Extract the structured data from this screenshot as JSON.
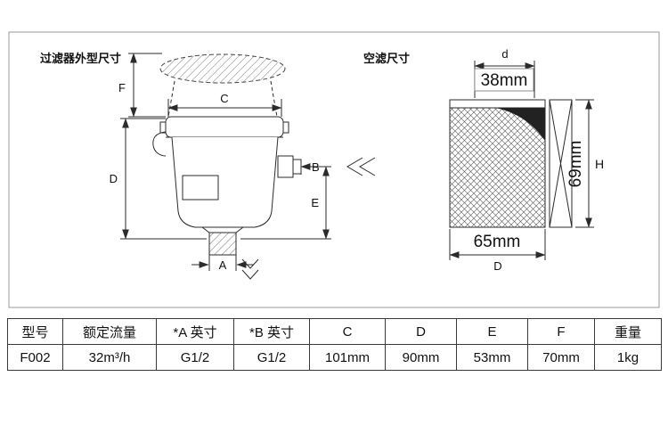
{
  "drawing": {
    "left_title": "过滤器外型尺寸",
    "right_title": "空滤尺寸",
    "housing": {
      "F": "F",
      "C": "C",
      "D": "D",
      "B": "B",
      "E": "E",
      "A": "A"
    },
    "element": {
      "d": "d",
      "H": "H",
      "D": "D",
      "inner_diameter": "38mm",
      "height": "69mm",
      "outer_diameter": "65mm"
    }
  },
  "table": {
    "headers": [
      "型号",
      "额定流量",
      "*A 英寸",
      "*B 英寸",
      "C",
      "D",
      "E",
      "F",
      "重量"
    ],
    "row": [
      "F002",
      "32m³/h",
      "G1/2",
      "G1/2",
      "101mm",
      "90mm",
      "53mm",
      "70mm",
      "1kg"
    ]
  },
  "colors": {
    "line": "#2b2b2b",
    "text": "#111111",
    "box_border": "#9a9a9a"
  }
}
